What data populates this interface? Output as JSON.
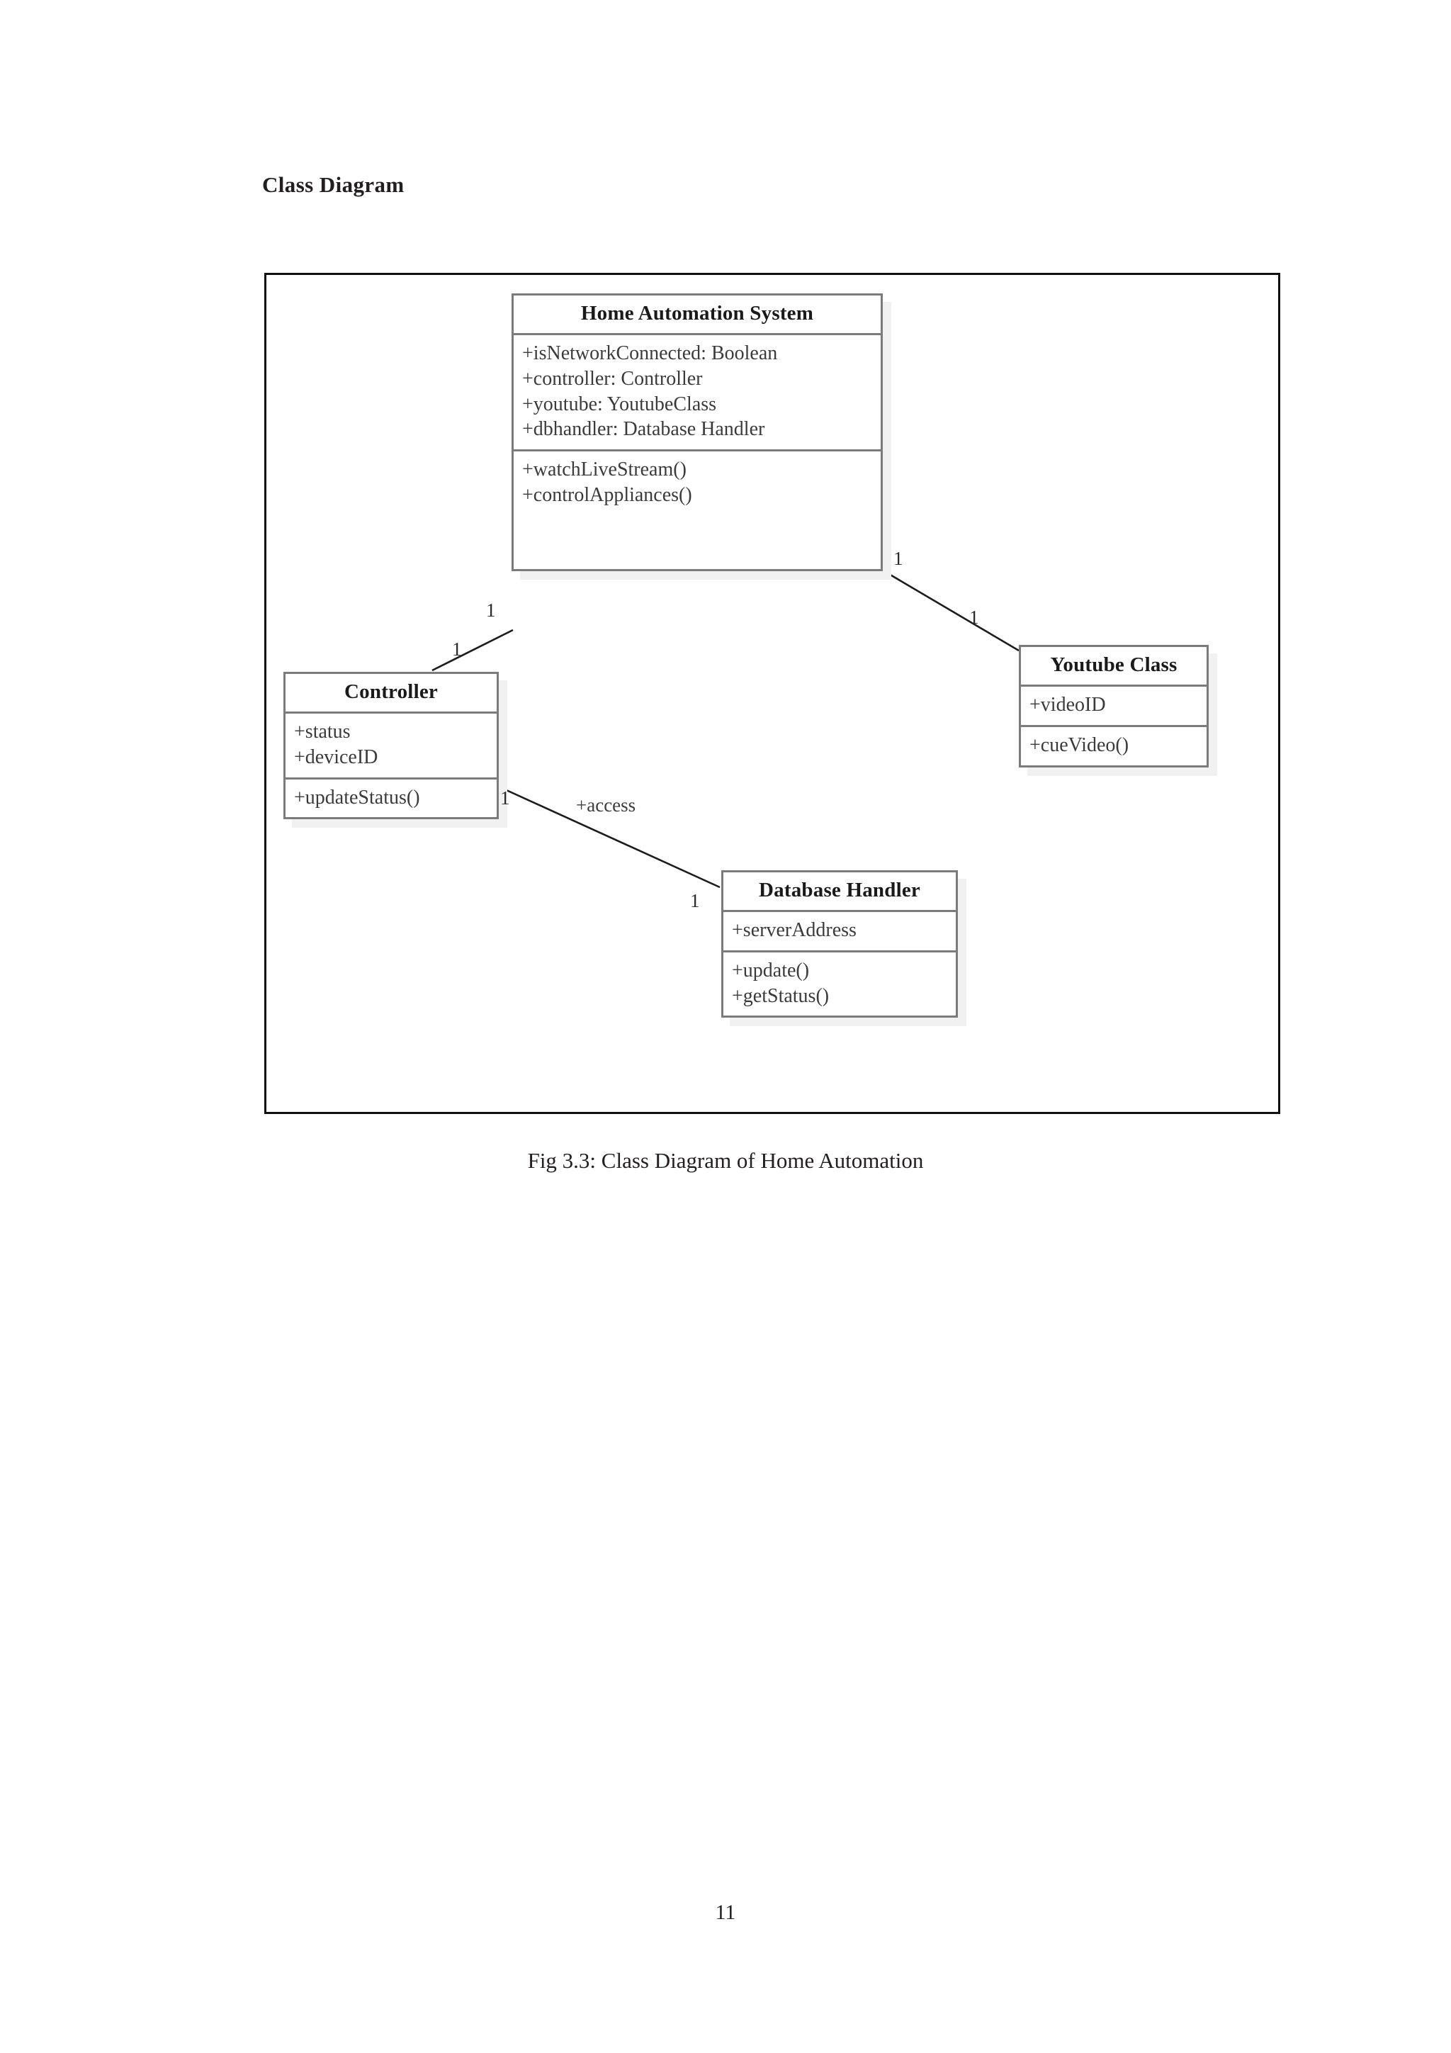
{
  "document": {
    "heading": "Class Diagram",
    "figure_caption": "Fig 3.3: Class Diagram of Home Automation",
    "page_number": "11"
  },
  "diagram": {
    "type": "uml-class-diagram",
    "frame_border_color": "#111111",
    "class_border_color": "#7b7b7b",
    "shadow_color": "#f1f1f1",
    "classes": [
      {
        "id": "home-automation-system",
        "name": "Home Automation System",
        "attributes": [
          "+isNetworkConnected: Boolean",
          "+controller: Controller",
          "+youtube: YoutubeClass",
          "+dbhandler: Database Handler"
        ],
        "operations": [
          "+watchLiveStream()",
          "+controlAppliances()"
        ]
      },
      {
        "id": "controller",
        "name": "Controller",
        "attributes": [
          "+status",
          "+deviceID"
        ],
        "operations": [
          "+updateStatus()"
        ]
      },
      {
        "id": "youtube-class",
        "name": "Youtube Class",
        "attributes": [
          "+videoID"
        ],
        "operations": [
          "+cueVideo()"
        ]
      },
      {
        "id": "database-handler",
        "name": "Database Handler",
        "attributes": [
          "+serverAddress"
        ],
        "operations": [
          "+update()",
          "+getStatus()"
        ]
      }
    ],
    "associations": [
      {
        "id": "assoc-has-controller",
        "from": "home-automation-system",
        "to": "controller",
        "label": "",
        "source_multiplicity": "1",
        "target_multiplicity": "1"
      },
      {
        "id": "assoc-has-youtube",
        "from": "home-automation-system",
        "to": "youtube-class",
        "label": "",
        "source_multiplicity": "1",
        "target_multiplicity": "1"
      },
      {
        "id": "assoc-controller-dbhandler",
        "from": "controller",
        "to": "database-handler",
        "label": "+access",
        "source_multiplicity": "1",
        "target_multiplicity": "1"
      }
    ]
  }
}
